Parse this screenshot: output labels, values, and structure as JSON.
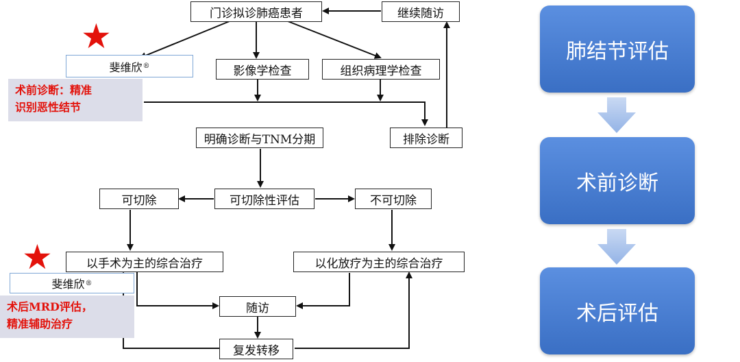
{
  "flow": {
    "outpatient": "门诊拟诊肺癌患者",
    "follow_up_continue": "继续随访",
    "imaging": "影像学检查",
    "pathology": "组织病理学检查",
    "exclude": "排除诊断",
    "diagnosis_tnm": "明确诊断与TNM分期",
    "resectable_eval": "可切除性评估",
    "resectable": "可切除",
    "unresectable": "不可切除",
    "surgery_treatment": "以手术为主的综合治疗",
    "chemo_treatment": "以化放疗为主的综合治疗",
    "follow_up": "随访",
    "recurrence": "复发转移"
  },
  "annotations": [
    {
      "product": "斐维欣",
      "mark": "®",
      "note_line1": "术前诊断：精准",
      "note_line2": "识别恶性结节"
    },
    {
      "product": "斐维欣",
      "mark": "®",
      "note_line1": "术后MRD评估，",
      "note_line2": "精准辅助治疗"
    }
  ],
  "stages": [
    "肺结节评估",
    "术前诊断",
    "术后评估"
  ],
  "colors": {
    "accent": "#e3120b",
    "stage_blue": "#4a7fd6",
    "note_bg": "#dcdde9"
  }
}
